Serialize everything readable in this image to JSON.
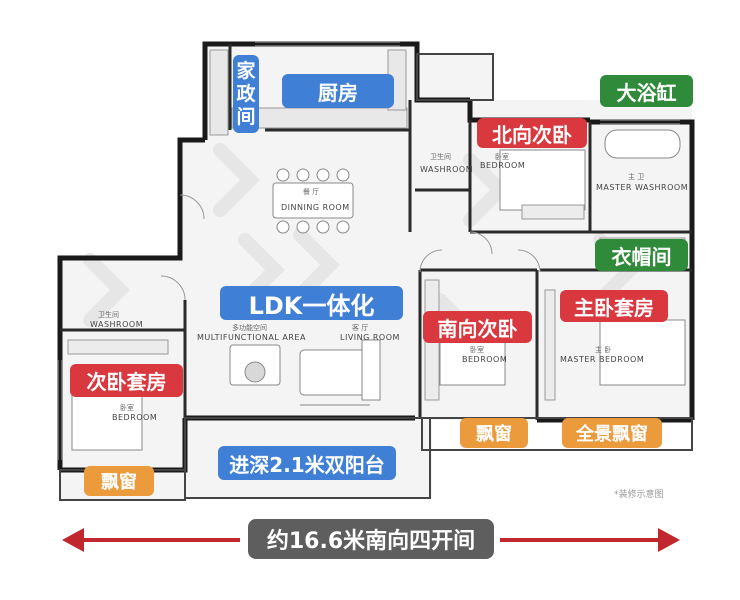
{
  "rooms": {
    "household": [
      "家",
      "政",
      "间"
    ],
    "kitchen": "厨房",
    "north_bedroom": "北向次卧",
    "bathtub": "大浴缸",
    "cloakroom": "衣帽间",
    "master_suite": "主卧套房",
    "ldk": "LDK一体化",
    "south_bedroom": "南向次卧",
    "second_suite": "次卧套房",
    "bay_window_left": "飘窗",
    "bay_window_mid": "飘窗",
    "panoramic_bay_window": "全景飘窗",
    "balcony": "进深2.1米双阳台",
    "width_banner": "约16.6米南向四开间"
  },
  "plan_labels": {
    "dining_cn": "餐 厅",
    "dining_en": "DINNING ROOM",
    "washroom_north_cn": "卫生间",
    "washroom_north_en": "WASHROOM",
    "bedroom_north_cn": "卧室",
    "bedroom_north_en": "BEDROOM",
    "master_washroom_cn": "主 卫",
    "master_washroom_en": "MASTER WASHROOM",
    "washroom_west_cn": "卫生间",
    "washroom_west_en": "WASHROOM",
    "multi_cn": "多功能空间",
    "multi_en": "MULTIFUNCTIONAL AREA",
    "living_cn": "客 厅",
    "living_en": "LIVING ROOM",
    "bedroom_south_cn": "卧室",
    "bedroom_south_en": "BEDROOM",
    "master_bedroom_cn": "主 卧",
    "master_bedroom_en": "MASTER BEDROOM",
    "bedroom_west_cn": "卧室",
    "bedroom_west_en": "BEDROOM"
  },
  "footnote": "*装修示意图",
  "colors": {
    "blue": "#3f7fd6",
    "red": "#d9383f",
    "green": "#2f8a3a",
    "orange": "#eb9a3c",
    "grey": "#5e5e5e",
    "arrow": "#c0282e"
  }
}
